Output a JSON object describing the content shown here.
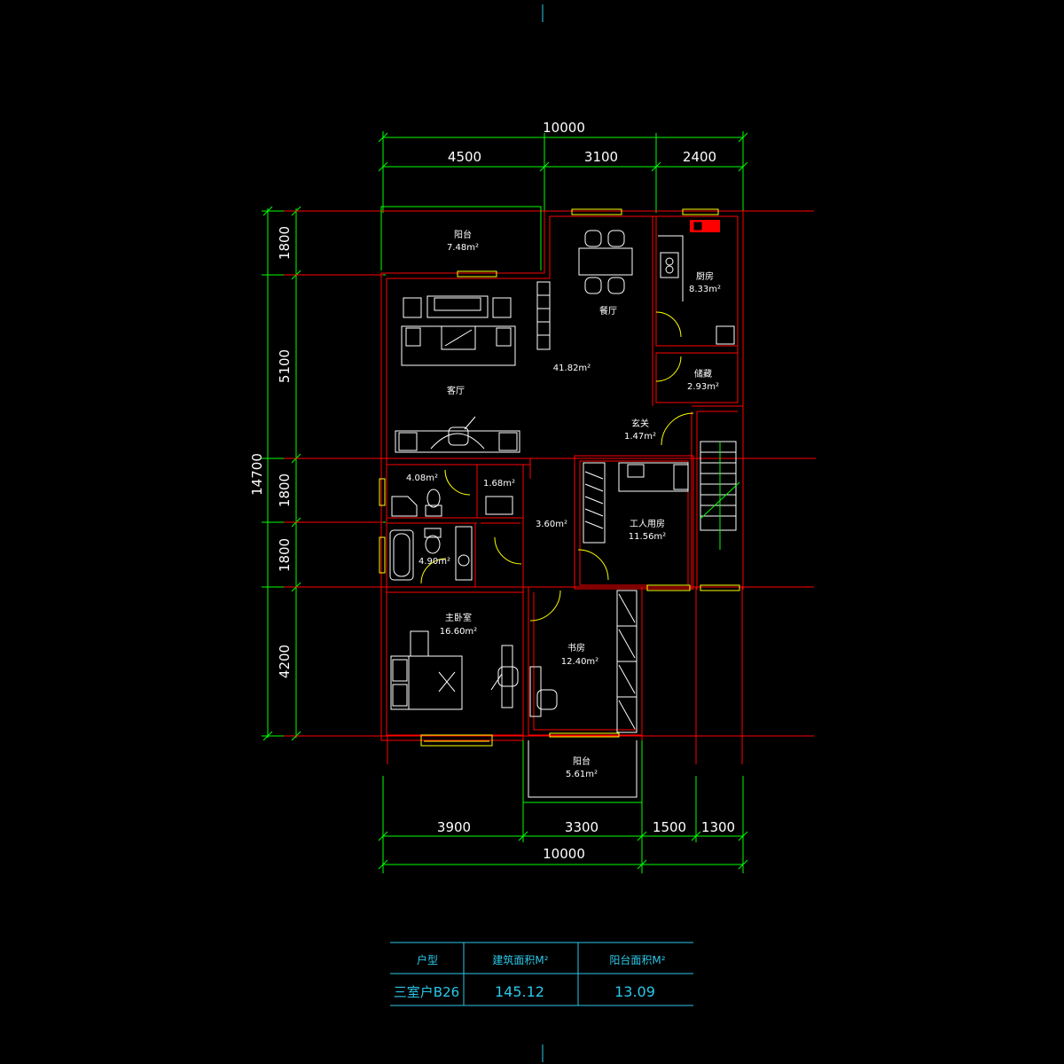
{
  "dimensions": {
    "top_total": "10000",
    "top": [
      "4500",
      "3100",
      "2400"
    ],
    "bottom": [
      "3900",
      "3300",
      "1500",
      "1300"
    ],
    "bottom_total": "10000",
    "left": [
      "1800",
      "5100",
      "1800",
      "1800",
      "4200"
    ],
    "left_total": "14700"
  },
  "rooms": {
    "balcony_top": {
      "name": "阳台",
      "area": "7.48m²"
    },
    "dining": {
      "name": "餐厅"
    },
    "kitchen": {
      "name": "厨房",
      "area": "8.33m²"
    },
    "living": {
      "name": "客厅",
      "area": "41.82m²"
    },
    "storage": {
      "name": "储藏",
      "area": "2.93m²"
    },
    "entry": {
      "name": "玄关",
      "area": "1.47m²"
    },
    "bath1": {
      "area": "4.08m²"
    },
    "wc": {
      "area": "1.68m²"
    },
    "hall": {
      "area": "3.60m²"
    },
    "maid": {
      "name": "工人用房",
      "area": "11.56m²"
    },
    "bath2": {
      "area": "4.90m²"
    },
    "master": {
      "name": "主卧室",
      "area": "16.60m²"
    },
    "study": {
      "name": "书房",
      "area": "12.40m²"
    },
    "balcony_bottom": {
      "name": "阳台",
      "area": "5.61m²"
    }
  },
  "summary_table": {
    "headers": [
      "户型",
      "建筑面积M²",
      "阳台面积M²"
    ],
    "row": [
      "三室户B26",
      "145.12",
      "13.09"
    ]
  },
  "colors": {
    "background": "#000000",
    "dimension_lines": "#00ff00",
    "walls": "#ff0000",
    "furniture": "#ffffff",
    "windows": "#ffff00",
    "table": "#2cc8e8"
  }
}
